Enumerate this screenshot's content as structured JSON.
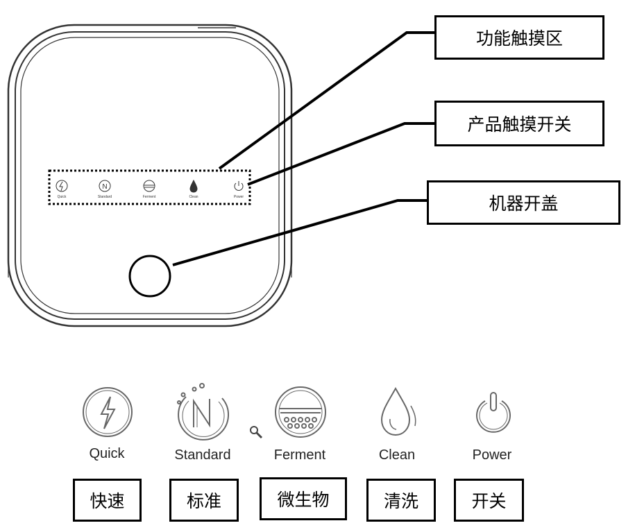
{
  "callouts": {
    "function_touch_area": "功能触摸区",
    "product_touch_switch": "产品触摸开关",
    "machine_lid_button": "机器开盖"
  },
  "modes": [
    {
      "icon": "lightning-icon",
      "en": "Quick",
      "cn": "快速"
    },
    {
      "icon": "n-circle-icon",
      "en": "Standard",
      "cn": "标准"
    },
    {
      "icon": "ferment-dish-icon",
      "en": "Ferment",
      "cn": "微生物"
    },
    {
      "icon": "water-drop-icon",
      "en": "Clean",
      "cn": "清洗"
    },
    {
      "icon": "power-icon",
      "en": "Power",
      "cn": "开关"
    }
  ],
  "colors": {
    "line": "#000000",
    "device_outline": "#333333",
    "icon_stroke": "#555555"
  }
}
